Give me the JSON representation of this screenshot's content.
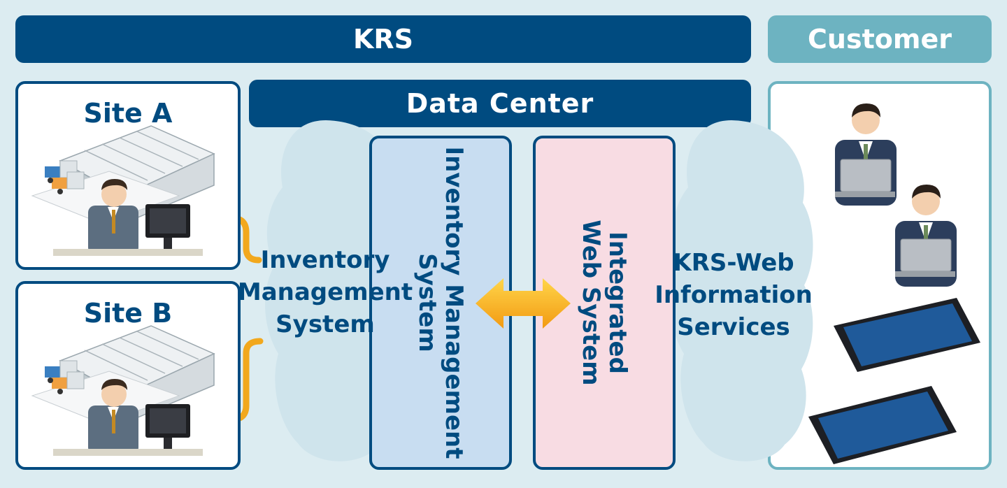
{
  "header": {
    "krs_label": "KRS",
    "customer_label": "Customer",
    "data_center_label": "Data Center"
  },
  "sites": [
    {
      "label": "Site A"
    },
    {
      "label": "Site B"
    }
  ],
  "clouds": {
    "left_label": "Inventory\nManagement\nSystem",
    "right_label": "KRS-Web\nInformation\nServices"
  },
  "systems": {
    "inventory_label": "Inventory Management\nSystem",
    "web_label": "Integrated\nWeb System"
  },
  "colors": {
    "primary": "#004b80",
    "customer_accent": "#6db3c1",
    "inventory_box": "#c8ddf1",
    "web_box": "#f8dce3",
    "cloud": "#cfe4ec",
    "connector": "#f2a81d"
  }
}
